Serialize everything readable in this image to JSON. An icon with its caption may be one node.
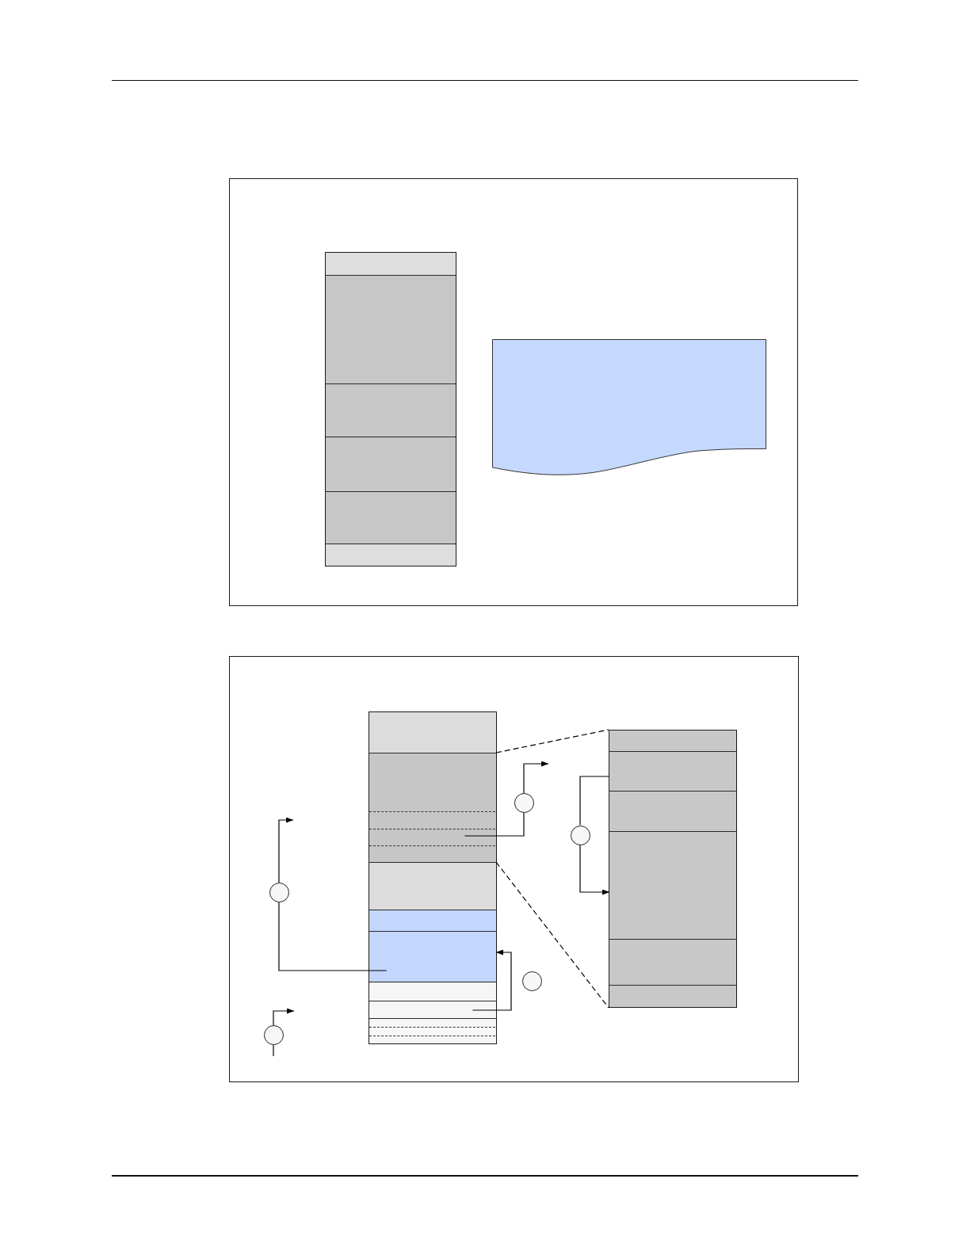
{
  "diagram": {
    "nodes": [
      {
        "text": [],
        "shape": "box"
      },
      {
        "text": [],
        "shape": "box",
        "in": 0
      },
      {
        "text": [],
        "shape": "box",
        "in": 1
      },
      {
        "text": [],
        "shape": "box",
        "in": 1
      },
      {
        "text": [],
        "shape": "box",
        "in": 1
      },
      {
        "text": [],
        "shape": "box",
        "in": 1
      },
      {
        "text": [],
        "shape": "box",
        "in": 1
      },
      {
        "text": [],
        "shape": "box",
        "in": 1
      },
      {
        "text": [],
        "shape": "document",
        "in": 0
      },
      {
        "text": [],
        "shape": "box"
      },
      {
        "text": [],
        "shape": "box",
        "in": 9
      },
      {
        "text": [],
        "shape": "box",
        "in": 10
      },
      {
        "text": [],
        "shape": "box",
        "in": 10
      },
      {
        "text": [],
        "shape": "box",
        "in": 10
      },
      {
        "text": [],
        "shape": "box",
        "in": 10
      },
      {
        "text": [],
        "shape": "box",
        "in": 10
      },
      {
        "text": [],
        "shape": "box",
        "in": 10
      },
      {
        "text": [],
        "shape": "box",
        "in": 10
      },
      {
        "text": [],
        "shape": "box",
        "in": 10
      },
      {
        "text": [],
        "shape": "circle",
        "in": 9
      },
      {
        "text": [],
        "shape": "box",
        "in": 9
      },
      {
        "text": [],
        "shape": "box",
        "in": 20
      },
      {
        "text": [],
        "shape": "box",
        "in": 20
      },
      {
        "text": [],
        "shape": "box",
        "in": 20
      },
      {
        "text": [],
        "shape": "box",
        "in": 20
      },
      {
        "text": [],
        "shape": "box",
        "in": 20
      },
      {
        "text": [],
        "shape": "box",
        "in": 20
      },
      {
        "text": [],
        "shape": "circle",
        "in": 9
      },
      {
        "text": [],
        "shape": "circle",
        "in": 9
      },
      {
        "text": [],
        "shape": "circle",
        "in": 9
      },
      {
        "text": [],
        "shape": "circle",
        "in": 9
      }
    ],
    "edges": [
      {
        "from": 12,
        "to": 19,
        "arrow": "none"
      },
      {
        "from": 19,
        "to": null,
        "arrow": "to"
      },
      {
        "from": 15,
        "to": 28,
        "arrow": "none"
      },
      {
        "from": 28,
        "to": null,
        "arrow": "to"
      },
      {
        "from": 17,
        "to": 15,
        "arrow": "to"
      },
      {
        "from": 22,
        "to": 27,
        "arrow": "none"
      },
      {
        "from": 27,
        "to": 24,
        "arrow": "to"
      },
      {
        "from": null,
        "to": 30,
        "arrow": "none"
      },
      {
        "from": 30,
        "to": null,
        "arrow": "to"
      },
      {
        "from": 12,
        "to": 20,
        "arrow": "none",
        "style": "dashed"
      },
      {
        "from": 12,
        "to": 20,
        "arrow": "none",
        "style": "dashed"
      }
    ]
  }
}
